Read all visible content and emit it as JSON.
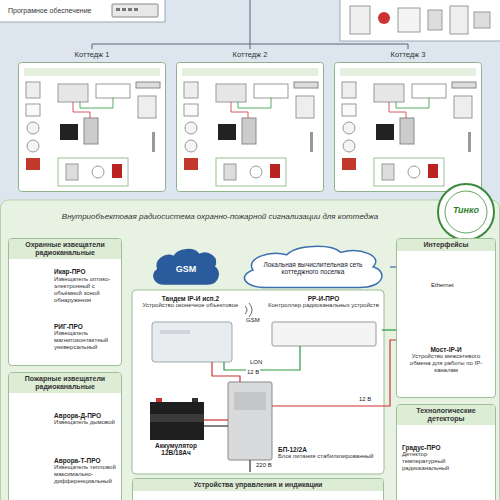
{
  "diagram": {
    "title": "Внутриобъектовая радиосистема охранно-пожарной сигнализации для коттеджа",
    "nodes": [
      {
        "text": [
          "Програмное обеспечение"
        ]
      },
      {
        "text": [
          "Коттедж 1"
        ]
      },
      {
        "text": [
          "Коттедж 2"
        ]
      },
      {
        "text": [
          "Коттедж 3"
        ]
      },
      {
        "text": [
          "Охранные извещатели радиоканальные"
        ]
      },
      {
        "text": [
          "Икар-ПРО",
          "Извещатель оптико-электронный с объёмной зоной обнаружения"
        ],
        "in": 4
      },
      {
        "text": [
          "РИГ-ПРО",
          "Извещатель магнитоконтактный универсальный"
        ],
        "in": 4
      },
      {
        "text": [
          "Пожарные извещатели радиоканальные"
        ]
      },
      {
        "text": [
          "Аврора-Д-ПРО",
          "Извещатель дымовой"
        ],
        "in": 7
      },
      {
        "text": [
          "Аврора-Т-ПРО",
          "Извещатель тепловой максимально-дифференциальный"
        ],
        "in": 7
      },
      {
        "text": [
          "GSM"
        ]
      },
      {
        "text": [
          "Локальная вычислительная сеть коттеджного поселка"
        ]
      },
      {
        "text": [
          "Тандем IP-И исп.2",
          "Устройство оконечное объектовое"
        ]
      },
      {
        "text": [
          "РР-И-ПРО",
          "Контроллер радиоканальных устройств"
        ]
      },
      {
        "text": [
          "Аккумулятор 12В/18Ач"
        ]
      },
      {
        "text": [
          "БП-12/2А",
          "Блок питания стабилизированный"
        ]
      },
      {
        "text": [
          "Интерфейсы"
        ]
      },
      {
        "text": [
          "Мост-IP-И",
          "Устройство межсетевого обмена для работы по IP-каналам"
        ],
        "in": 16
      },
      {
        "text": [
          "Технологические детекторы"
        ]
      },
      {
        "text": [
          "Градус-ПРО",
          "Детектор температурный радиоканальный"
        ],
        "in": 18
      },
      {
        "text": [
          "Устройства управления и индикации"
        ]
      }
    ],
    "edges": [
      {
        "from": 11,
        "to": 16,
        "arrow": "none"
      },
      {
        "from": 13,
        "to": 17,
        "arrow": "none"
      }
    ],
    "labels": [
      "GSM",
      "Ethernet",
      "12 В",
      "LON",
      "12 В",
      "220 В",
      "Тинко"
    ]
  }
}
